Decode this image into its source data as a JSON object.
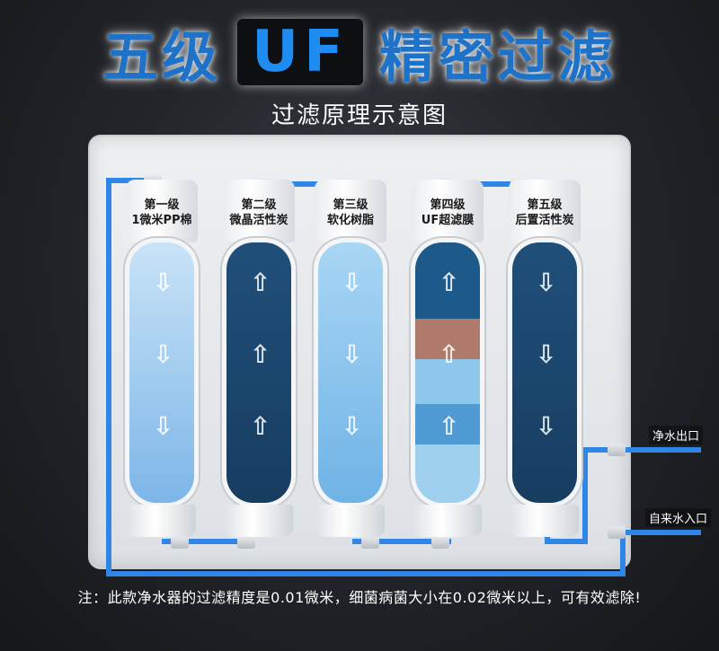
{
  "header": {
    "title_part1": "五级",
    "title_uf": "UF",
    "title_part2": "精密过滤",
    "subtitle": "过滤原理示意图"
  },
  "filters": [
    {
      "label_line1": "第一级",
      "label_line2": "1微米PP棉",
      "flow": "down",
      "color_top": "#c9e3f7",
      "color_bottom": "#7db6e8"
    },
    {
      "label_line1": "第二级",
      "label_line2": "微晶活性炭",
      "flow": "up",
      "color_top": "#1f4f7a",
      "color_bottom": "#173d60"
    },
    {
      "label_line1": "第三级",
      "label_line2": "软化树脂",
      "flow": "down",
      "color_top": "#a9d6f4",
      "color_bottom": "#6fb3e6"
    },
    {
      "label_line1": "第四级",
      "label_line2": "UF超滤膜",
      "flow": "up",
      "color_top": "#1c5a8c",
      "color_bottom": "#5ea9dc"
    },
    {
      "label_line1": "第五级",
      "label_line2": "后置活性炭",
      "flow": "down",
      "color_top": "#1f4f7a",
      "color_bottom": "#173d60"
    }
  ],
  "outlets": {
    "clean_water_out": "净水出口",
    "tap_water_in": "自来水入口"
  },
  "note": "注：此款净水器的过滤精度是0.01微米，细菌病菌大小在0.02微米以上，可有效滤除!",
  "colors": {
    "pipe": "#2f86e6",
    "title_blue": "#1e73c8"
  }
}
